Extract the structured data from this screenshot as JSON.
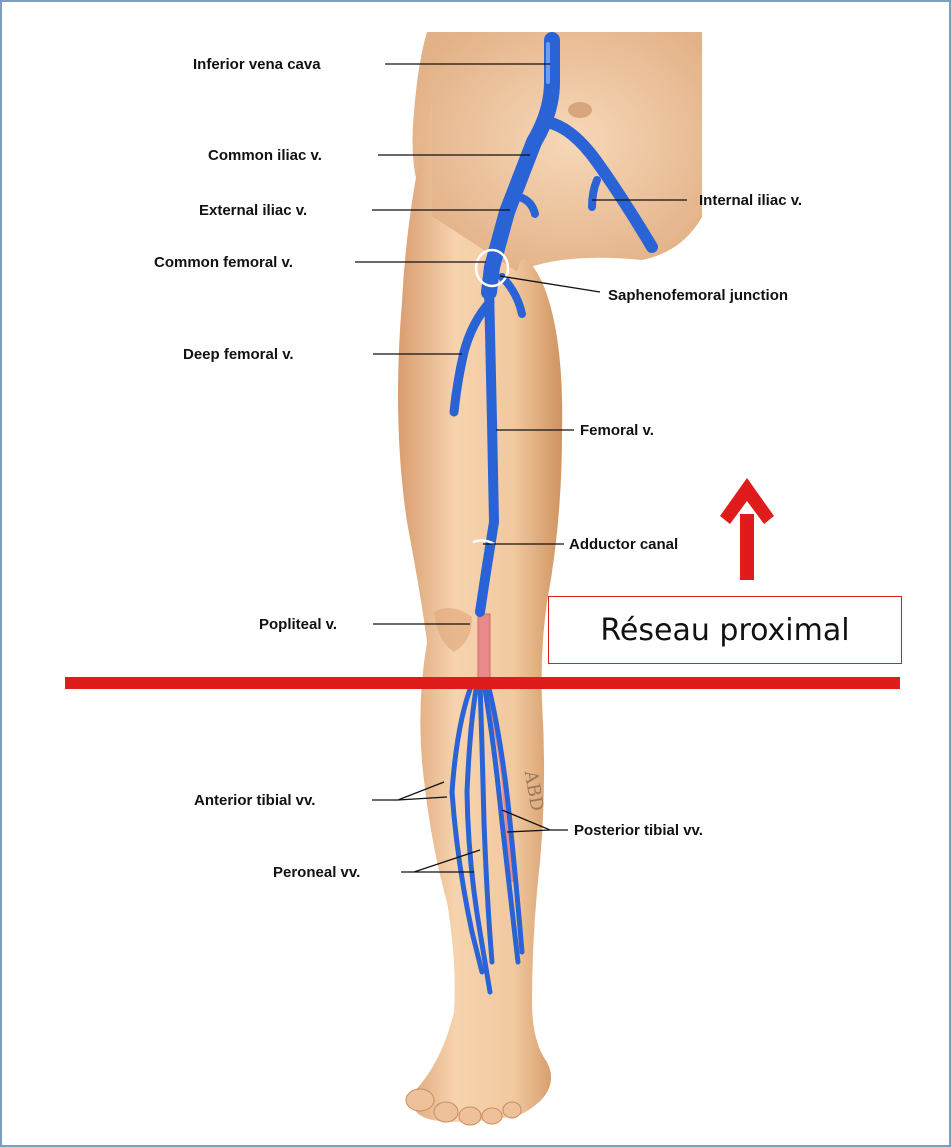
{
  "labels": {
    "inferior_vena_cava": "Inferior vena cava",
    "common_iliac": "Common iliac v.",
    "external_iliac": "External iliac v.",
    "internal_iliac": "Internal iliac v.",
    "common_femoral": "Common femoral v.",
    "saphenofemoral": "Saphenofemoral junction",
    "deep_femoral": "Deep femoral v.",
    "femoral": "Femoral v.",
    "adductor_canal": "Adductor canal",
    "popliteal": "Popliteal v.",
    "anterior_tibial": "Anterior tibial vv.",
    "posterior_tibial": "Posterior tibial vv.",
    "peroneal": "Peroneal vv."
  },
  "caption": "Réseau proximal",
  "signature": "ABD",
  "colors": {
    "vein": "#2a63d6",
    "artery": "#e88a8a",
    "skin": "#f3cda6",
    "marker_red": "#e01b1b",
    "frame": "#7f9dbd"
  }
}
